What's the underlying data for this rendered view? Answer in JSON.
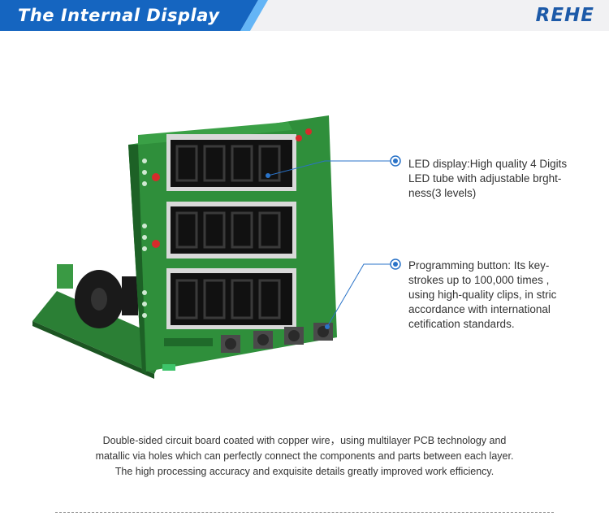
{
  "header": {
    "title": "The Internal Display",
    "brand": "REHE",
    "colors": {
      "banner": "#1565c0",
      "banner_edge": "#42a5f5",
      "brand": "#1d5aa8",
      "background": "#f1f1f3"
    }
  },
  "callouts": [
    {
      "icon": "target-dot-icon",
      "lines": [
        "LED display:High quality 4 Digits",
        "LED tube with adjustable brght-",
        "ness(3 levels)"
      ]
    },
    {
      "icon": "target-dot-icon",
      "lines": [
        "Programming button:  Its key-",
        "strokes up to 100,000 times ,",
        " using high-quality clips, in stric",
        "accordance with international",
        "cetification standards."
      ]
    }
  ],
  "caption": [
    "Double-sided circuit board coated with copper wire，using multilayer PCB technology and",
    "matallic via holes which can perfectly connect the components and parts between each layer.",
    "The high processing accuracy and exquisite details greatly improved work efficiency."
  ],
  "colors": {
    "pcb": "#2e8b3a",
    "pcb_dark": "#1f6a2a",
    "display": "#111111",
    "accent": "#2a73c8"
  }
}
